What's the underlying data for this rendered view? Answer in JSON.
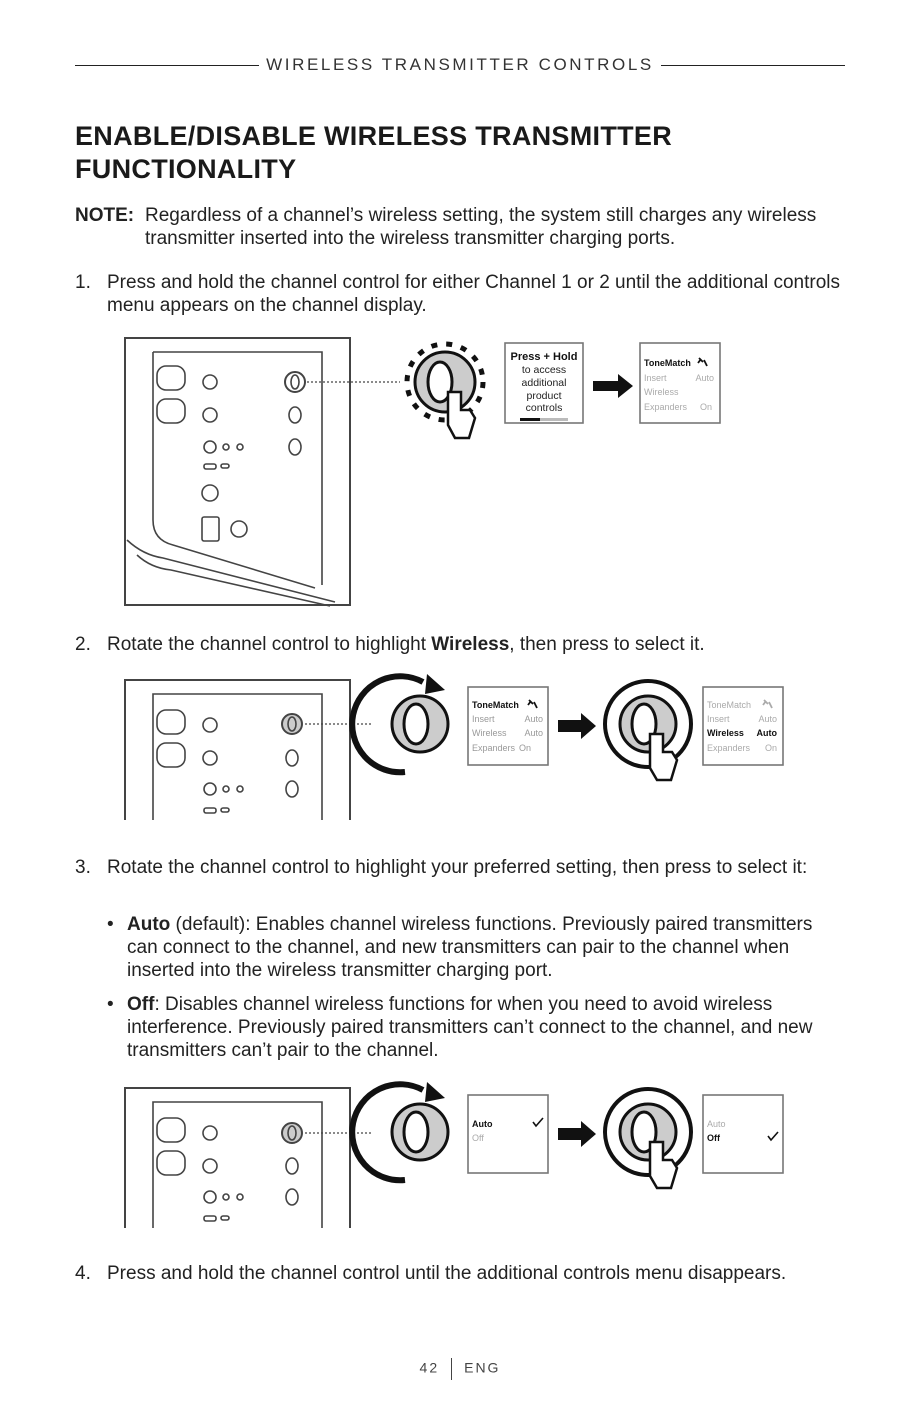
{
  "header": {
    "section_title": "WIRELESS TRANSMITTER CONTROLS"
  },
  "title": "ENABLE/DISABLE WIRELESS TRANSMITTER FUNCTIONALITY",
  "note": {
    "label": "NOTE:",
    "text": "Regardless of a channel’s wireless setting, the system still charges any wireless transmitter inserted into the wireless transmitter charging ports."
  },
  "steps": [
    {
      "num": "1.",
      "text": "Press and hold the channel control for either Channel 1 or 2 until the additional controls menu appears on the channel display."
    },
    {
      "num": "2.",
      "pre": "Rotate the channel control to highlight ",
      "bold": "Wireless",
      "post": ", then press to select it."
    },
    {
      "num": "3.",
      "text": "Rotate the channel control to highlight your preferred setting, then press to select it:"
    },
    {
      "num": "4.",
      "text": "Press and hold the channel control until the additional controls menu disappears."
    }
  ],
  "bullets": [
    {
      "bold": "Auto",
      "text": " (default): Enables channel wireless functions. Previously paired transmitters can connect to the channel, and new transmitters can pair to the channel when inserted into the wireless transmitter charging port."
    },
    {
      "bold": "Off",
      "text": ": Disables channel wireless functions for when you need to avoid wireless interference. Previously paired transmitters can’t connect to the channel, and new transmitters can’t pair to the channel."
    }
  ],
  "figure1": {
    "press_hold_title": "Press + Hold",
    "press_hold_lines": [
      "to access",
      "additional",
      "product",
      "controls"
    ],
    "menu": [
      {
        "label": "ToneMatch",
        "value": ""
      },
      {
        "label": "Insert",
        "value": "Auto"
      },
      {
        "label": "Wireless",
        "value": ""
      },
      {
        "label": "Expanders",
        "value": "On"
      }
    ]
  },
  "figure2": {
    "menu_before": [
      {
        "label": "ToneMatch",
        "value": ""
      },
      {
        "label": "Insert",
        "value": "Auto"
      },
      {
        "label": "Wireless",
        "value": "Auto"
      },
      {
        "label": "Expanders",
        "value": "On"
      }
    ],
    "menu_after": [
      {
        "label": "ToneMatch",
        "value": ""
      },
      {
        "label": "Insert",
        "value": "Auto"
      },
      {
        "label": "Wireless",
        "value": "Auto"
      },
      {
        "label": "Expanders",
        "value": "On"
      }
    ]
  },
  "figure3": {
    "options_before": [
      "Auto",
      "Off"
    ],
    "options_after": [
      "Auto",
      "Off"
    ]
  },
  "footer": {
    "page": "42",
    "lang": "ENG"
  }
}
